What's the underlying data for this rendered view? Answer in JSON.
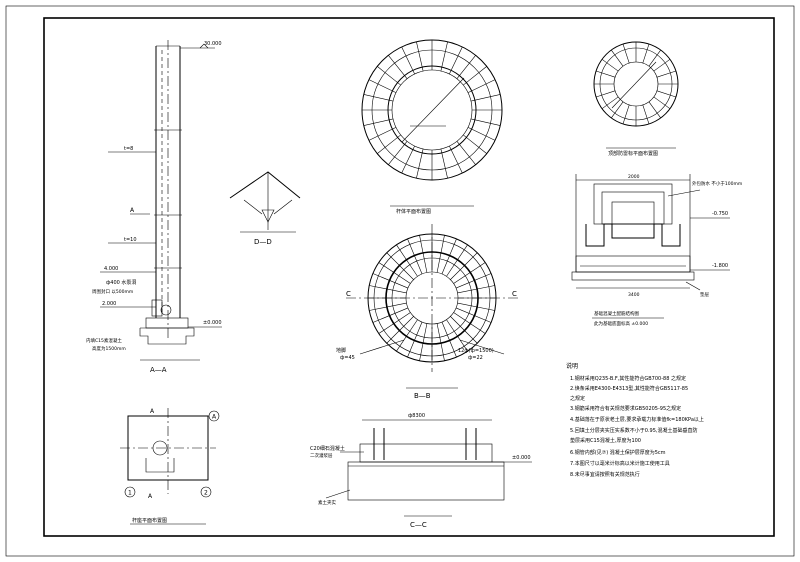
{
  "title_block": {
    "label": "说明",
    "notes": [
      "1.钢材采用Q235-B.F,其性能符合GB700-88 之规定",
      "2.焕条采用E4300-E4313型,其性能符合GB5117-85",
      "  之规定",
      "3.钢筋采用符合有关规范要求GB50205-95之规定",
      "4.基础落在于原状老土层,要求承载力标准值fk=180KPa以上",
      "5.回填土分层夹实压实系数不小于0.95,混凝土基础垂直防",
      "  垫层采用C15混凝土,厚度为100",
      "6.钢管内部(见⑦)  混凝土保护层厚度为5cm",
      "7.本图尺寸以毫米计标高以米计施工使用工具",
      "8.未尽事宜请按照有关规范执行"
    ]
  },
  "pole_elevation": {
    "top_elev": "30.000",
    "base_elev": "±0.000",
    "elev_4000": "4.000",
    "elev_2000": "2.000",
    "thickness_8": "t=8",
    "thickness_10": "t=10",
    "door_note": "ф400 水泵洞",
    "door_note2": "周围封口 以500mm",
    "fill_note": "内填C15素混凝土",
    "fill_note2": "高度为1500mm",
    "section_mark": "A",
    "caption": "A—A"
  },
  "section_d": {
    "caption": "D—D"
  },
  "top_plan": {
    "caption": "杆体平面布置图"
  },
  "base_plan_b": {
    "caption": "B—B",
    "label_c_left": "C",
    "label_c_right": "C",
    "note_left": "地脚",
    "note_left2": "ф=45",
    "note_right": "12ф(ф=1500)",
    "note_right2": "ф=22"
  },
  "small_plan": {
    "caption": "顶部防雷标平面布置图"
  },
  "foundation_section": {
    "caption": "基础混凝土配筋结构图",
    "sub_caption": "此为基础底面标高 ±0.000",
    "dim_top": "2000",
    "dim_bottom": "3400",
    "elev_right_1": "-0.750",
    "elev_right_2": "-1.800",
    "side_note": "外包防水 不小于100mm",
    "layer_note": "垫层"
  },
  "plan_a": {
    "caption": "杆座平面布置图",
    "label_a": "A",
    "label_1": "1",
    "label_2": "2"
  },
  "section_c": {
    "caption": "C—C",
    "dim_top": "ф8300",
    "elev": "±0.000",
    "note": "C20细石混凝土",
    "note2": "二次灌浆层",
    "bottom_note": "素土夹实"
  }
}
